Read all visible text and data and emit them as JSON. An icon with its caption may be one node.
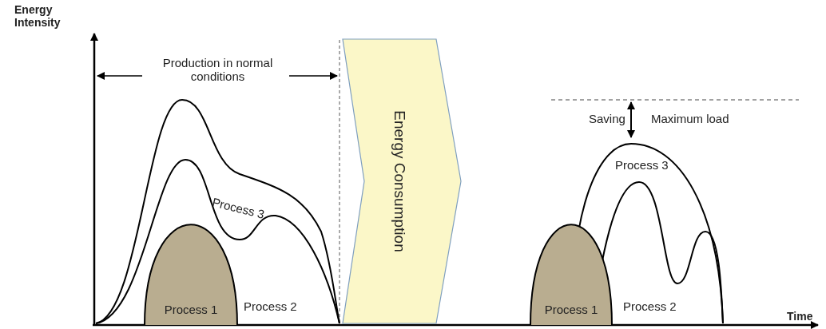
{
  "diagram": {
    "nodes": [
      {
        "text": [
          "Process 1"
        ]
      },
      {
        "text": [
          "Energy Consumption"
        ]
      },
      {
        "text": [
          "Process 1"
        ]
      }
    ],
    "labels": [
      "Energy Intensity",
      "Production in normal conditions",
      "Process 3",
      "Process 2",
      "Saving",
      "Maximum load",
      "Process 3",
      "Process 2",
      "Time"
    ]
  }
}
